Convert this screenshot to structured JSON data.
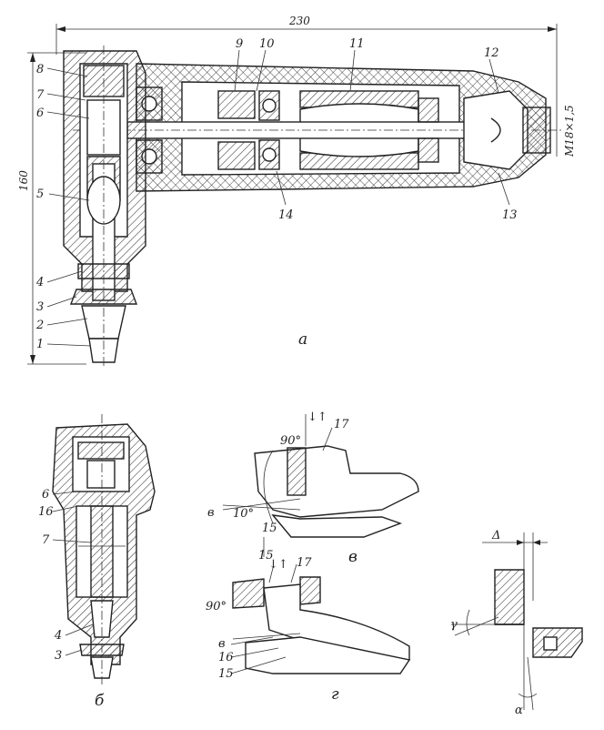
{
  "views": {
    "a": {
      "letter": "а"
    },
    "b": {
      "letter": "б"
    },
    "v": {
      "letter": "в"
    },
    "g": {
      "letter": "г"
    }
  },
  "dimensions": {
    "overall_length": "230",
    "height": "160",
    "thread": "М18×1,5",
    "angle_90_top": "90°",
    "angle_90_bottom": "90°",
    "angle_10": "10°",
    "delta": "Δ",
    "gamma": "γ",
    "alpha": "α",
    "arrow_v": "↓↑",
    "arrow_g": "↓↑"
  },
  "callouts_a": [
    "1",
    "2",
    "3",
    "4",
    "5",
    "6",
    "7",
    "8",
    "9",
    "10",
    "11",
    "12",
    "13",
    "14"
  ],
  "callouts_b": [
    "6",
    "16",
    "7",
    "4",
    "3"
  ],
  "callouts_v": [
    "17",
    "15",
    "в",
    "15"
  ],
  "callouts_g": [
    "17",
    "в",
    "16",
    "15"
  ]
}
